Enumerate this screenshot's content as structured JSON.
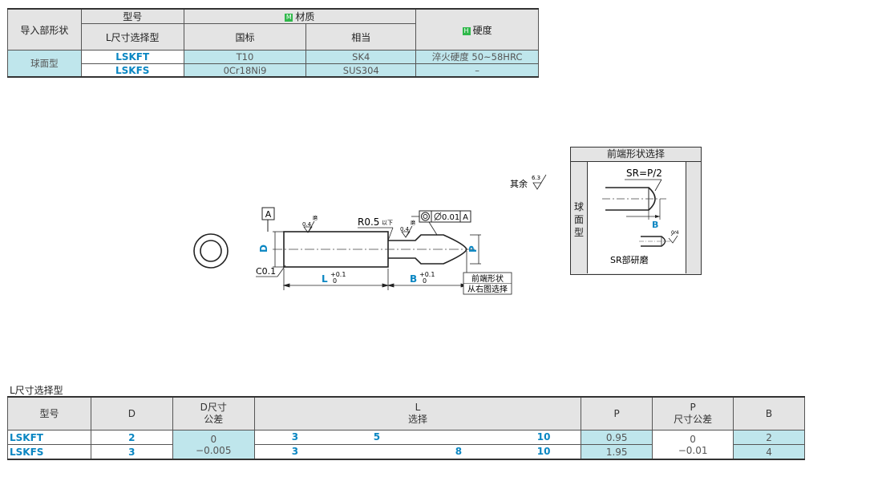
{
  "material_table": {
    "h_shape": "导入部形状",
    "h_model": "型号",
    "h_lsel": "L尺寸选择型",
    "h_material_badge": "M",
    "h_material": "材质",
    "h_gb": "国标",
    "h_eq": "相当",
    "h_hard_badge": "H",
    "h_hardness": "硬度",
    "shape_value": "球面型",
    "rows": [
      {
        "model": "LSKFT",
        "gb": "T10",
        "eq": "SK4",
        "hardness": "淬火硬度 50~58HRC"
      },
      {
        "model": "LSKFS",
        "gb": "0Cr18Ni9",
        "eq": "SUS304",
        "hardness": "–"
      }
    ]
  },
  "drawing": {
    "datum": "A",
    "rough_04a": "0.4",
    "grind_a": "磨",
    "rough_04b": "0.4",
    "grind_b": "磨",
    "r05": "R0.5",
    "r05_note": "以下",
    "coax_tol": "0.01",
    "coax_ref": "A",
    "other_label": "其余",
    "other_rough": "6.3",
    "dim_D": "D",
    "dim_P": "P",
    "chamfer": "C0.1",
    "dim_L": "L",
    "l_up": "+0.1",
    "l_lo": "0",
    "dim_B": "B",
    "b_up": "+0.1",
    "b_lo": "0",
    "note1": "前端形状",
    "note2": "从右图选择"
  },
  "tip_panel": {
    "title": "前端形状选择",
    "side1": "球",
    "side2": "面",
    "side3": "型",
    "sr": "SR=P/2",
    "b": "B",
    "tip_rough": "0.4",
    "sr_grind": "SR部研磨"
  },
  "selection_table": {
    "title": "L尺寸选择型",
    "h_model": "型号",
    "h_d": "D",
    "h_dtol1": "D尺寸",
    "h_dtol2": "公差",
    "h_l1": "L",
    "h_l2": "选择",
    "h_p": "P",
    "h_p_tol1": "P",
    "h_p_tol2": "尺寸公差",
    "h_b": "B",
    "d_tol_upper": "0",
    "d_tol_lower": "−0.005",
    "p_tol_upper": "0",
    "p_tol_lower": "−0.01",
    "rows": [
      {
        "model": "LSKFT",
        "d": "2",
        "l_values": [
          "3",
          "5",
          "10"
        ],
        "p": "0.95",
        "b": "2"
      },
      {
        "model": "LSKFS",
        "d": "3",
        "l_values": [
          "3",
          "8",
          "10"
        ],
        "p": "1.95",
        "b": "4"
      }
    ]
  }
}
